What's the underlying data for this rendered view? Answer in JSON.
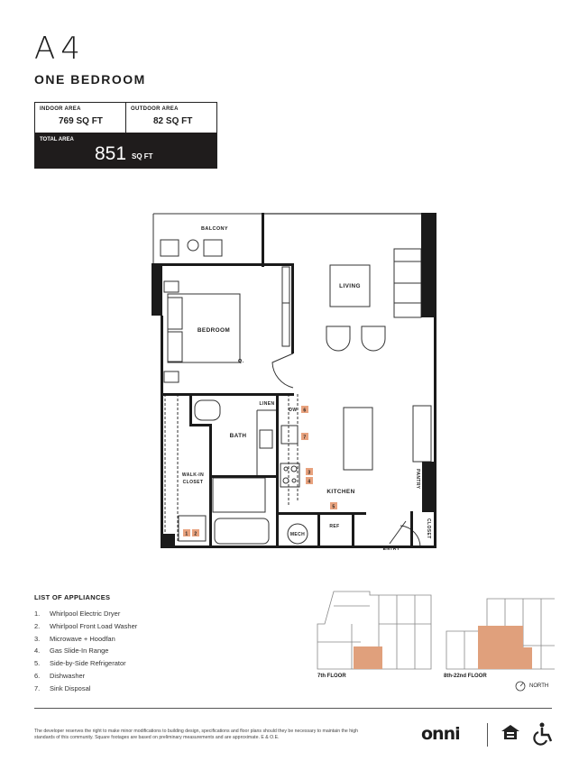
{
  "unit": {
    "code": "A4",
    "type": "ONE BEDROOM"
  },
  "areas": {
    "indoor_label": "INDOOR AREA",
    "indoor_value": "769 SQ FT",
    "outdoor_label": "OUTDOOR AREA",
    "outdoor_value": "82 SQ FT",
    "total_label": "TOTAL AREA",
    "total_value": "851",
    "total_unit": "SQ FT"
  },
  "plan": {
    "rooms": {
      "balcony": "BALCONY",
      "living": "LIVING",
      "bedroom": "BEDROOM",
      "bed_size": "Q.",
      "bath": "BATH",
      "linen": "LINEN",
      "dw": "DW",
      "walkin1": "WALK-IN",
      "walkin2": "CLOSET",
      "kitchen": "KITCHEN",
      "mech": "MECH",
      "ref": "REF",
      "entry": "ENTRY",
      "pantry": "PANTRY",
      "closet": "CLOSET"
    },
    "badges": [
      "1",
      "2",
      "3",
      "4",
      "5",
      "6",
      "7"
    ],
    "badge_color": "#E8A27E"
  },
  "appliances": {
    "title": "LIST OF APPLIANCES",
    "items": [
      {
        "n": "1.",
        "label": "Whirlpool Electric Dryer"
      },
      {
        "n": "2.",
        "label": "Whirlpool Front Load Washer"
      },
      {
        "n": "3.",
        "label": "Microwave + Hoodfan"
      },
      {
        "n": "4.",
        "label": "Gas Slide-In Range"
      },
      {
        "n": "5.",
        "label": "Side-by-Side Refrigerator"
      },
      {
        "n": "6.",
        "label": "Dishwasher"
      },
      {
        "n": "7.",
        "label": "Sink Disposal"
      }
    ]
  },
  "keyplans": {
    "floor7": "7th FLOOR",
    "floor8": "8th-22nd FLOOR",
    "north": "NORTH",
    "highlight": "#E0A07C"
  },
  "footer": {
    "disclaimer": "The developer reserves the right to make minor modifications to building design, specifications and floor plans should they be necessary to maintain the high standards of this community. Square footages are based on preliminary measurements and are approximate. E & O.E.",
    "logo": "onni",
    "icons": [
      "equal-housing-icon",
      "accessibility-icon"
    ]
  }
}
